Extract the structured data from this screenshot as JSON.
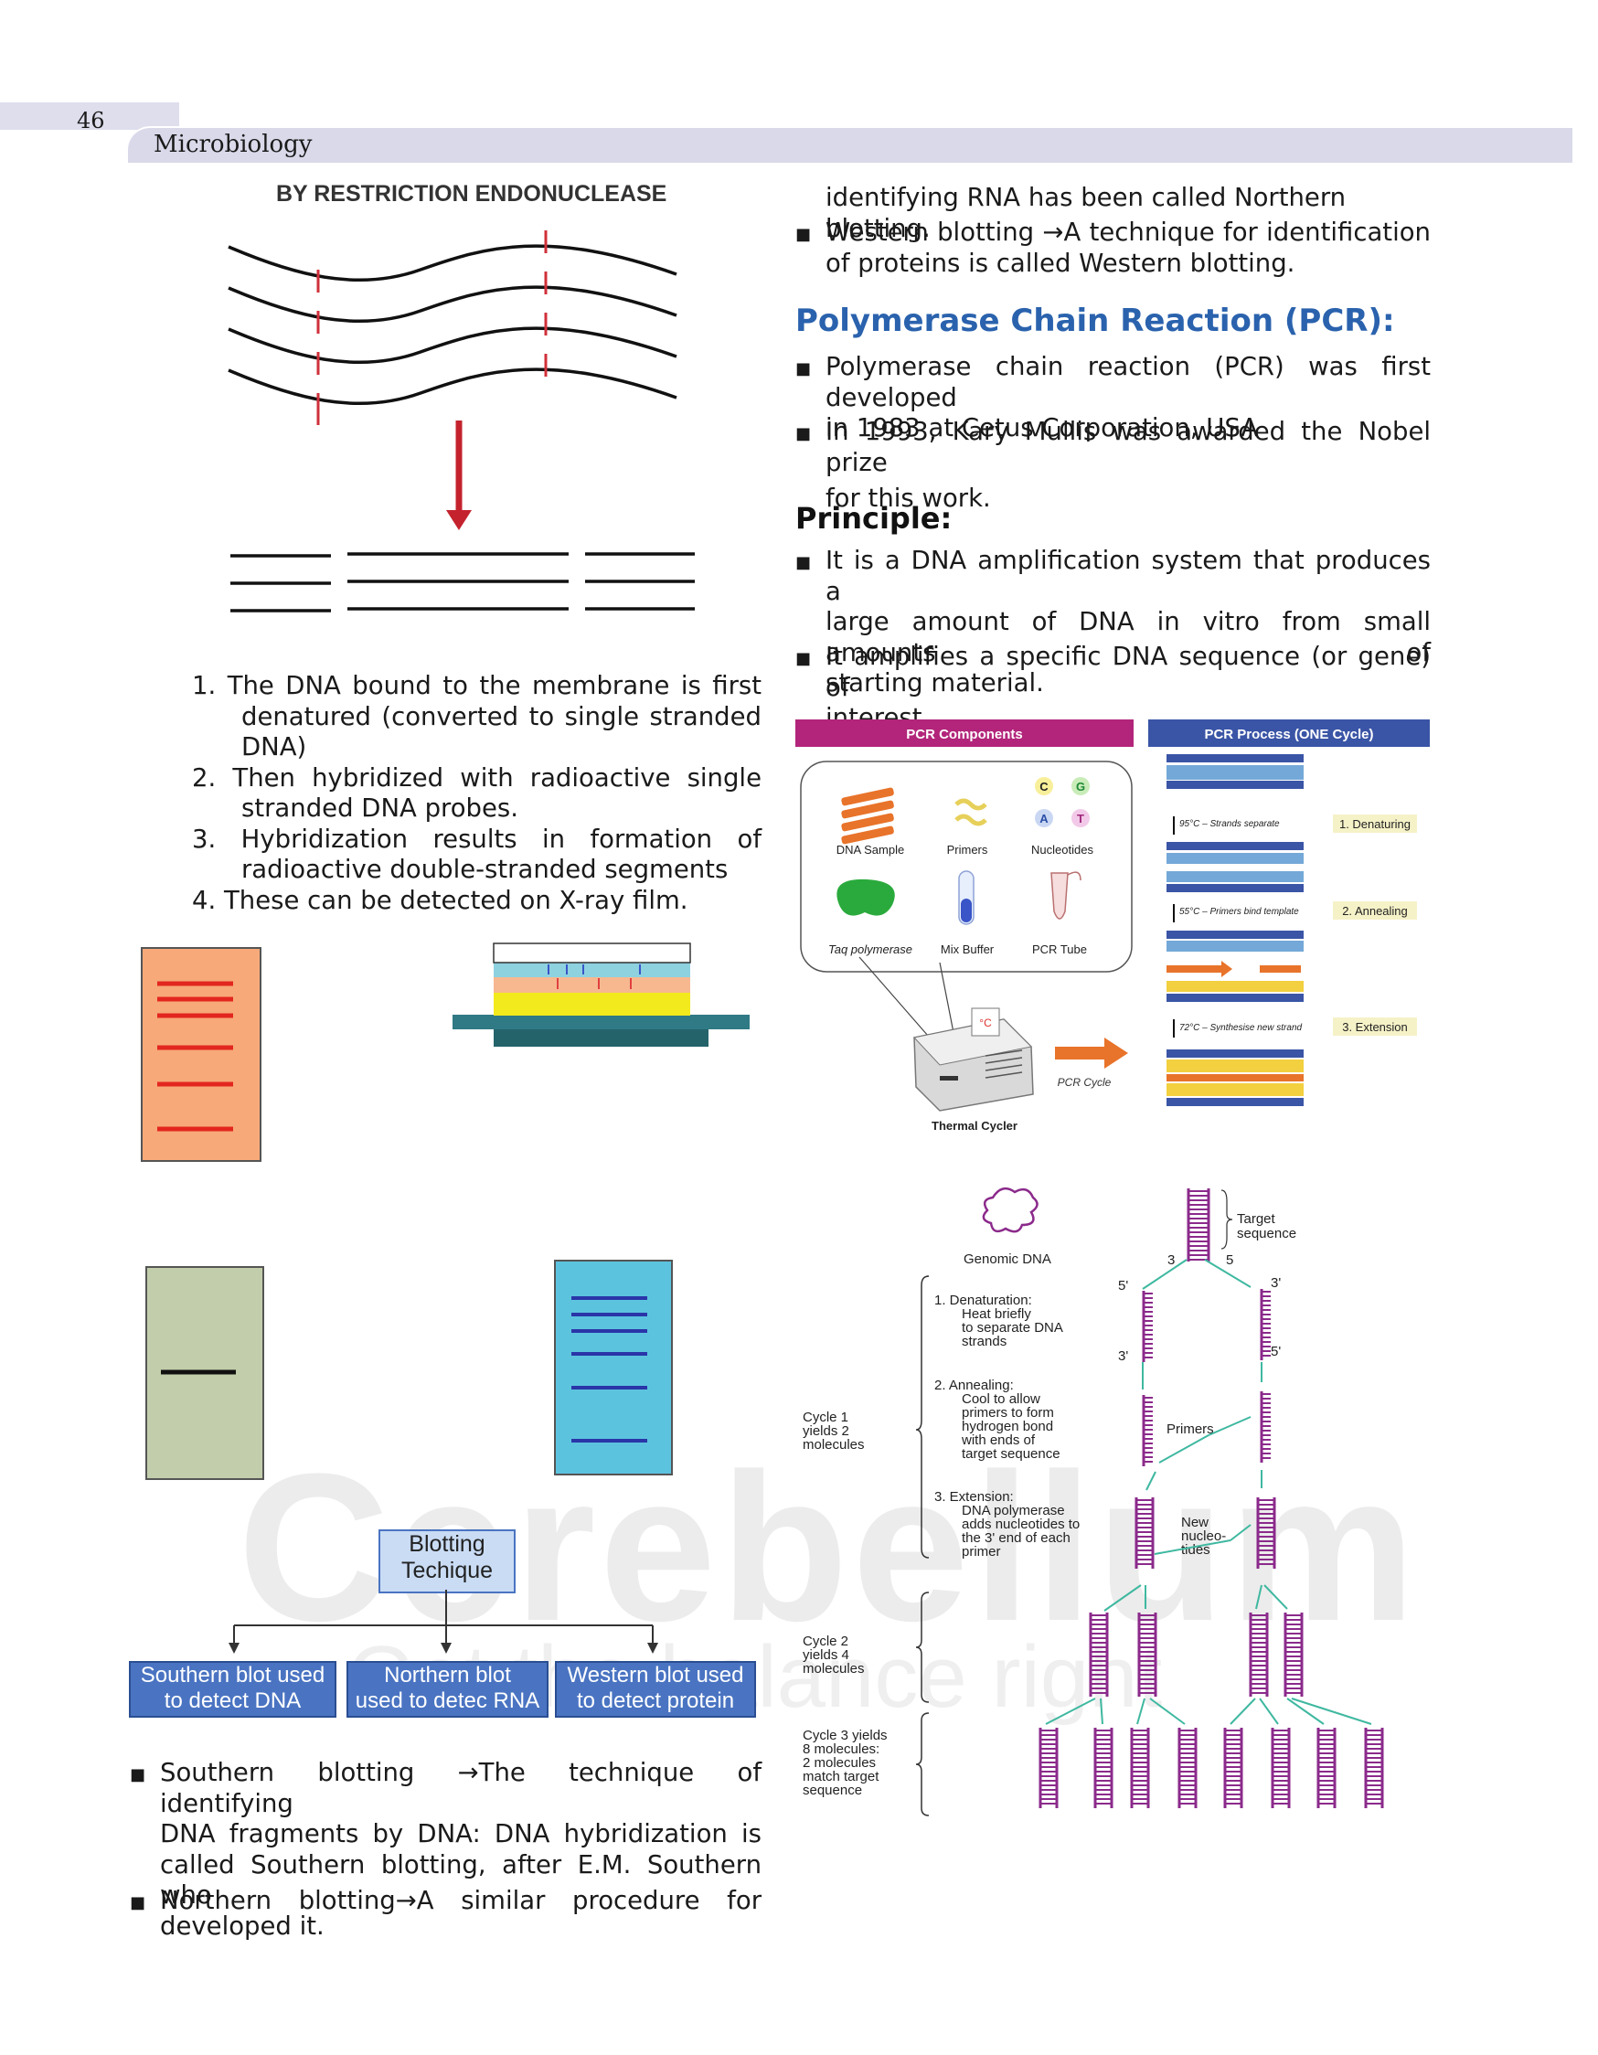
{
  "header": {
    "page_number": "46",
    "running_head": "Microbiology"
  },
  "watermark": {
    "main": "Cerebellum",
    "tagline": "Get the balance right"
  },
  "restriction_figure": {
    "title": "BY RESTRICTION ENDONUCLEASE"
  },
  "steps": [
    {
      "num": "1.",
      "line1": "The DNA bound to the membrane is first",
      "line2": "denatured (converted to single stranded",
      "line3": "DNA)"
    },
    {
      "num": "2.",
      "line1": "Then hybridized with radioactive single",
      "line2": "stranded DNA probes."
    },
    {
      "num": "3.",
      "line1": "Hybridization results in formation of",
      "line2": "radioactive double-stranded segments"
    },
    {
      "num": "4.",
      "line1": "These can be detected on X-ray film."
    }
  ],
  "blotting_chart": {
    "root": {
      "line1": "Blotting",
      "line2": "Techique"
    },
    "children": [
      {
        "line1": "Southern blot used",
        "line2": "to detect DNA"
      },
      {
        "line1": "Northern blot",
        "line2": "used to detec RNA"
      },
      {
        "line1": "Western blot used",
        "line2": "to detect protein"
      }
    ]
  },
  "left_bullets": {
    "southern": {
      "l1": "Southern blotting →The technique of identifying",
      "l2": "DNA fragments by DNA: DNA hybridization is",
      "l3": "called Southern blotting, after E.M. Southern who",
      "l4": "developed it."
    },
    "northern": {
      "l1": "Northern blotting→A similar procedure for"
    }
  },
  "right_top": {
    "cont": "identifying RNA has been called Northern blotting.",
    "western_l1": "Western blotting →A technique for identification",
    "western_l2": "of proteins is called Western blotting."
  },
  "pcr": {
    "heading": "Polymerase Chain Reaction (PCR):",
    "b1_l1": "Polymerase chain reaction (PCR) was first developed",
    "b1_l2": "in 1983 at Cetus Corporation, USA",
    "b2_l1": "In 1993, Kary Mullis was awarded the Nobel prize",
    "b2_l2": "for this work.",
    "principle": "Principle:",
    "p1_l1": "It is a DNA amplification system that produces a",
    "p1_l2": "large amount of DNA in vitro from small amounts of",
    "p1_l3": "starting material.",
    "p2_l1": "It amplifies a specific DNA sequence (or gene) of",
    "p2_l2": "interest."
  },
  "pcr_fig": {
    "components_title": "PCR Components",
    "process_title": "PCR Process  (ONE Cycle)",
    "dna_sample": "DNA Sample",
    "primers": "Primers",
    "nucleotides": "Nucleotides",
    "taq": "Taq polymerase",
    "mix": "Mix Buffer",
    "tube": "PCR Tube",
    "cycler": "Thermal Cycler",
    "cycle": "PCR Cycle",
    "deg": "°C",
    "nuc": [
      "C",
      "G",
      "A",
      "T"
    ],
    "s1_temp": "95°C – Strands separate",
    "s1": "1. Denaturing",
    "s2_temp": "55°C – Primers bind template",
    "s2": "2. Annealing",
    "s3_temp": "72°C – Synthesise new strand",
    "s3": "3. Extension",
    "colors": {
      "components": "#b2257a",
      "process": "#3a55a6",
      "dna": "#e8732a",
      "purple": "#8b2a8b",
      "teal": "#3fb8a0"
    }
  },
  "cycle_fig": {
    "genomic": "Genomic DNA",
    "target_l1": "Target",
    "target_l2": "sequence",
    "p3": "3",
    "p5": "5",
    "f5": "5'",
    "f3": "3'",
    "f3b": "3'",
    "f5b": "5'",
    "d1": "1.  Denaturation:",
    "d2": "Heat briefly",
    "d3": "to separate DNA",
    "d4": "strands",
    "a1": "2.  Annealing:",
    "a2": "Cool to allow",
    "a3": "primers to form",
    "a4": "hydrogen bond",
    "a5": "with ends of",
    "a6": "target sequence",
    "e1": "3.  Extension:",
    "e2": "DNA polymerase",
    "e3": "adds nucleotides to",
    "e4": "the 3' end of each",
    "e5": "primer",
    "c1a": "Cycle 1",
    "c1b": "yields 2",
    "c1c": "molecules",
    "c2a": "Cycle 2",
    "c2b": "yields 4",
    "c2c": "molecules",
    "c3a": "Cycle 3 yields",
    "c3b": "8 molecules:",
    "c3c": "2 molecules",
    "c3d": "match target",
    "c3e": "sequence",
    "primers": "Primers",
    "new1": "New",
    "new2": "nucleo-",
    "new3": "tides"
  }
}
